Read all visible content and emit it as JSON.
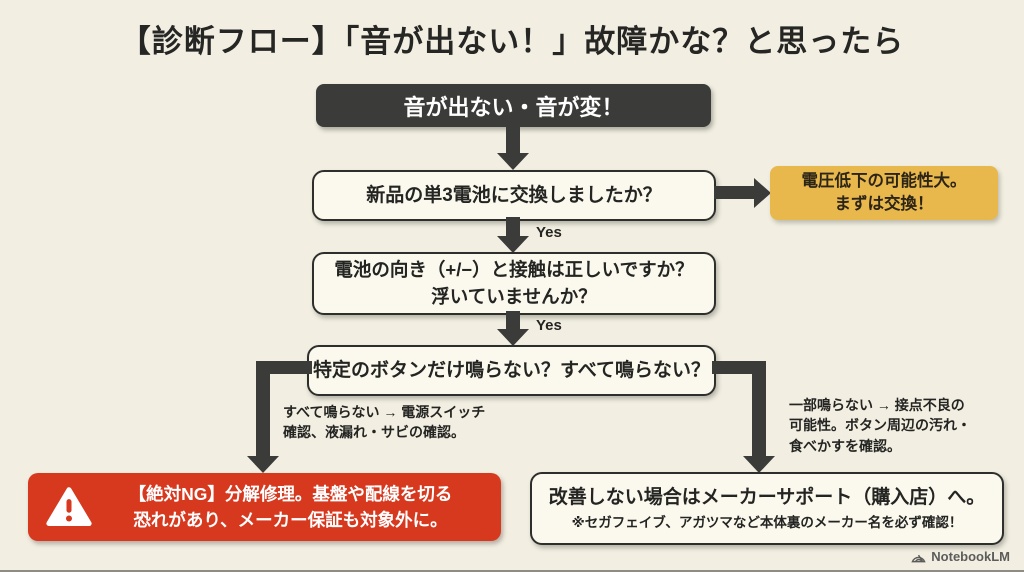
{
  "title": "【診断フロー】「音が出ない！」故障かな？と思ったら",
  "flow": {
    "start": "音が出ない・音が変！",
    "q1": "新品の単3電池に交換しましたか？",
    "yes1": "Yes",
    "warning_result": {
      "line1": "電圧低下の可能性大。",
      "line2": "まずは交換！"
    },
    "q2": {
      "line1": "電池の向き（+/−）と接触は正しいですか？",
      "line2": "浮いていませんか？"
    },
    "yes2": "Yes",
    "q3": "特定のボタンだけ鳴らない？すべて鳴らない？",
    "branch_left_note": {
      "line1": "すべて鳴らない → 電源スイッチ",
      "line2": "確認、液漏れ・サビの確認。"
    },
    "branch_right_note": {
      "line1": "一部鳴らない → 接点不良の",
      "line2": "可能性。ボタン周辺の汚れ・",
      "line3": "食べかすを確認。"
    },
    "danger": {
      "line1": "【絶対NG】分解修理。基盤や配線を切る",
      "line2": "恐れがあり、メーカー保証も対象外に。"
    },
    "support": {
      "line1": "改善しない場合はメーカーサポート（購入店）へ。",
      "line2": "※セガフェイブ、アガツマなど本体裏のメーカー名を必ず確認！"
    }
  },
  "footer": {
    "brand": "NotebookLM"
  },
  "colors": {
    "background": "#F2EFE2",
    "ink": "#3B3B39",
    "box-bg": "#FBF9EE",
    "box-border": "#2E2E2C",
    "warning-bg": "#E9B84C",
    "danger-bg": "#D7391F",
    "brand-gray": "#5C5C5A"
  }
}
